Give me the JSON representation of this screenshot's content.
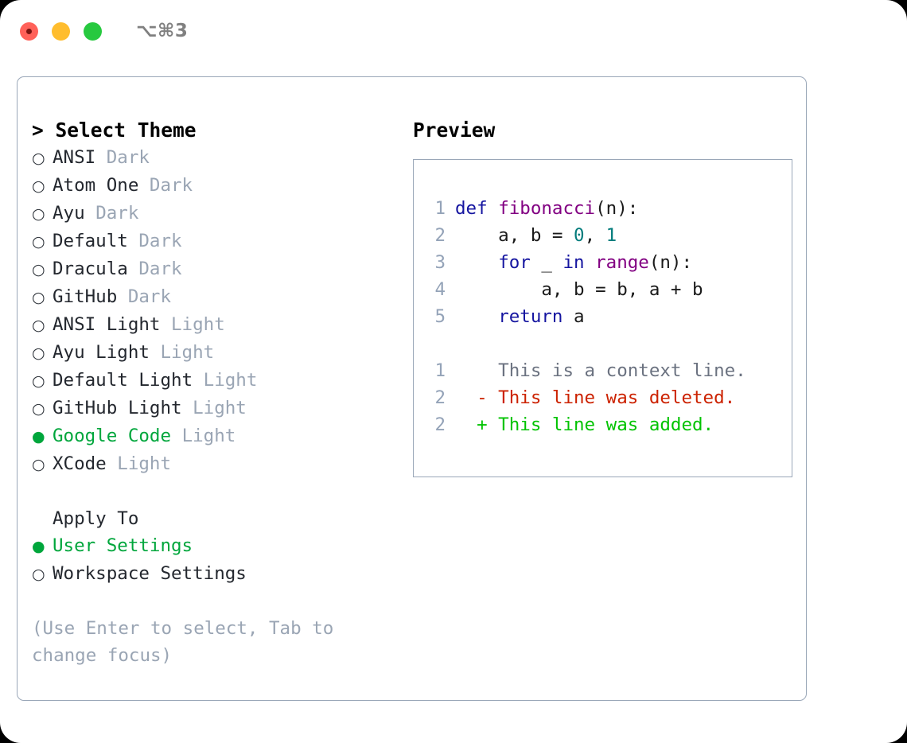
{
  "window": {
    "shortcut": "⌥⌘3",
    "traffic_lights": [
      "close-button",
      "minimize-button",
      "maximize-button"
    ],
    "colors": {
      "close": "#ff6159",
      "minimize": "#ffbd2e",
      "maximize": "#27c93f",
      "accent_green": "#00a63c",
      "muted": "#9aa5b4",
      "panel_border": "#9aa7b8"
    }
  },
  "theme_list": {
    "header": "> Select Theme",
    "selected_marker": "●",
    "unselected_marker": "○",
    "items": [
      {
        "marker": "○",
        "name": "ANSI",
        "kind": "Dark",
        "selected": false
      },
      {
        "marker": "○",
        "name": "Atom One",
        "kind": "Dark",
        "selected": false
      },
      {
        "marker": "○",
        "name": "Ayu",
        "kind": "Dark",
        "selected": false
      },
      {
        "marker": "○",
        "name": "Default",
        "kind": "Dark",
        "selected": false
      },
      {
        "marker": "○",
        "name": "Dracula",
        "kind": "Dark",
        "selected": false
      },
      {
        "marker": "○",
        "name": "GitHub",
        "kind": "Dark",
        "selected": false
      },
      {
        "marker": "○",
        "name": "ANSI Light",
        "kind": "Light",
        "selected": false
      },
      {
        "marker": "○",
        "name": "Ayu Light",
        "kind": "Light",
        "selected": false
      },
      {
        "marker": "○",
        "name": "Default Light",
        "kind": "Light",
        "selected": false
      },
      {
        "marker": "○",
        "name": "GitHub Light",
        "kind": "Light",
        "selected": false
      },
      {
        "marker": "●",
        "name": "Google Code",
        "kind": "Light",
        "selected": true
      },
      {
        "marker": "○",
        "name": "XCode",
        "kind": "Light",
        "selected": false
      }
    ]
  },
  "apply_to": {
    "header": "Apply To",
    "items": [
      {
        "marker": "●",
        "label": "User Settings",
        "selected": true
      },
      {
        "marker": "○",
        "label": "Workspace Settings",
        "selected": false
      }
    ]
  },
  "hint": "(Use Enter to select, Tab to change focus)",
  "preview": {
    "header": "Preview",
    "code_lines": [
      {
        "num": "1",
        "tokens": [
          {
            "t": "def",
            "c": "kw"
          },
          {
            "t": " ",
            "c": "pln"
          },
          {
            "t": "fibonacci",
            "c": "fn"
          },
          {
            "t": "(n):",
            "c": "pln"
          }
        ]
      },
      {
        "num": "2",
        "tokens": [
          {
            "t": "    a, b = ",
            "c": "pln"
          },
          {
            "t": "0",
            "c": "num"
          },
          {
            "t": ", ",
            "c": "pln"
          },
          {
            "t": "1",
            "c": "num"
          }
        ]
      },
      {
        "num": "3",
        "tokens": [
          {
            "t": "    ",
            "c": "pln"
          },
          {
            "t": "for",
            "c": "kw"
          },
          {
            "t": " _ ",
            "c": "pln"
          },
          {
            "t": "in",
            "c": "kw"
          },
          {
            "t": " ",
            "c": "pln"
          },
          {
            "t": "range",
            "c": "fn"
          },
          {
            "t": "(n):",
            "c": "pln"
          }
        ]
      },
      {
        "num": "4",
        "tokens": [
          {
            "t": "        a, b = b, a + b",
            "c": "pln"
          }
        ]
      },
      {
        "num": "5",
        "tokens": [
          {
            "t": "    ",
            "c": "pln"
          },
          {
            "t": "return",
            "c": "kw"
          },
          {
            "t": " a",
            "c": "pln"
          }
        ]
      }
    ],
    "diff_lines": [
      {
        "num": "1",
        "sign": "  ",
        "text": "This is a context line.",
        "kind": "ctx"
      },
      {
        "num": "2",
        "sign": "- ",
        "text": "This line was deleted.",
        "kind": "del"
      },
      {
        "num": "2",
        "sign": "+ ",
        "text": "This line was added.",
        "kind": "add"
      }
    ]
  }
}
